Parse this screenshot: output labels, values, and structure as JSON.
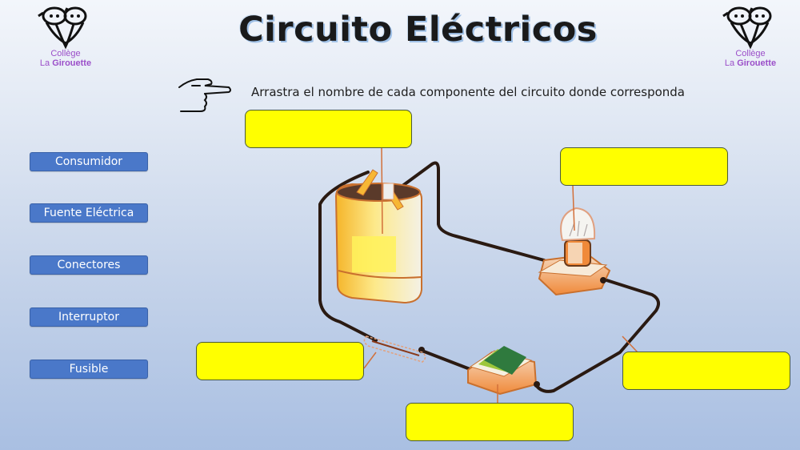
{
  "header": {
    "title": "Circuito Eléctricos",
    "instruction": "Arrastra el nombre de cada componente del circuito donde corresponda",
    "hand_icon": "pointing-hand-icon"
  },
  "logos": {
    "left": {
      "line1": "Collège",
      "line2_a": "La ",
      "line2_b": "Girouette"
    },
    "right": {
      "line1": "Collège",
      "line2_a": "La ",
      "line2_b": "Girouette"
    }
  },
  "labels": [
    {
      "id": "consumidor",
      "text": "Consumidor"
    },
    {
      "id": "fuente",
      "text": "Fuente Eléctrica"
    },
    {
      "id": "conectores",
      "text": "Conectores"
    },
    {
      "id": "interruptor",
      "text": "Interruptor"
    },
    {
      "id": "fusible",
      "text": "Fusible"
    }
  ],
  "drop_zones": [
    {
      "id": "battery-target",
      "value": ""
    },
    {
      "id": "bulb-target",
      "value": ""
    },
    {
      "id": "fuse-target",
      "value": ""
    },
    {
      "id": "switch-target",
      "value": ""
    },
    {
      "id": "wire-target",
      "value": ""
    }
  ],
  "colors": {
    "label_bg": "#4a78c9",
    "drop_bg": "#ffff00",
    "wire": "#2a1a12",
    "pointer": "#d2703a"
  }
}
